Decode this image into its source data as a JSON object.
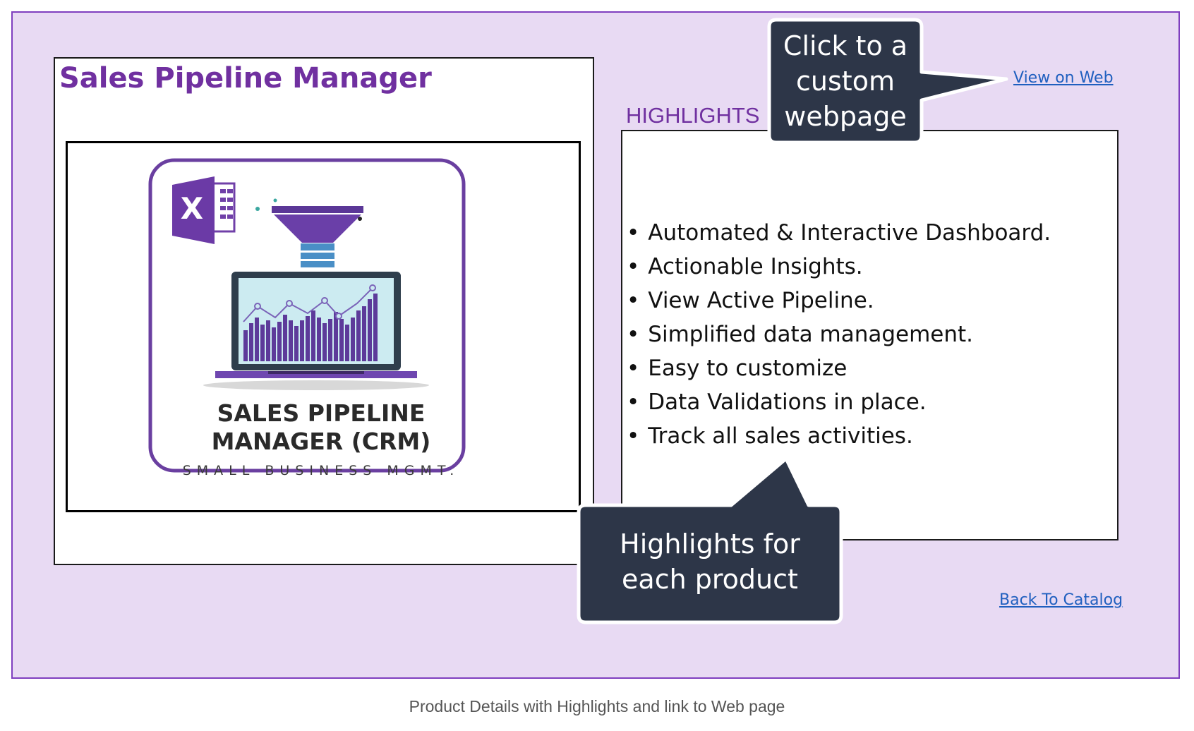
{
  "product": {
    "title": "Sales Pipeline Manager",
    "image": {
      "line1": "SALES PIPELINE",
      "line2": "MANAGER (CRM)",
      "line3": "SMALL BUSINESS MGMT.",
      "icon": "excel-funnel-laptop-chart-logo"
    }
  },
  "highlights": {
    "heading": "HIGHLIGHTS",
    "items": [
      "Automated & Interactive Dashboard.",
      "Actionable Insights.",
      "View Active Pipeline.",
      "Simplified data management.",
      "Easy to customize",
      "Data Validations in place.",
      "Track all sales activities."
    ]
  },
  "links": {
    "view_web": "View on Web",
    "back_catalog": "Back To Catalog"
  },
  "callouts": {
    "web": [
      "Click to a",
      "custom",
      "webpage"
    ],
    "highlights": [
      "Highlights for",
      "each product"
    ]
  },
  "caption": "Product Details with Highlights and link to Web page",
  "colors": {
    "frame_bg": "#e8daf3",
    "frame_border": "#7f3fbf",
    "accent_purple": "#7030a0",
    "callout_bg": "#2d3648",
    "link_blue": "#1f5fbf"
  }
}
